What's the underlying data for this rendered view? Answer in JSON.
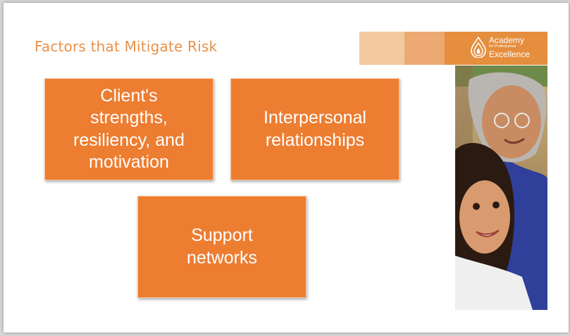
{
  "slide": {
    "title": "Factors that Mitigate Risk",
    "logo": {
      "line1": "Academy",
      "line2": "for Professional",
      "line3": "Excellence",
      "icon": "flame-drop-logo-icon"
    },
    "boxes": [
      {
        "text": "Client's\nstrengths,\nresiliency, and\nmotivation"
      },
      {
        "text": "Interpersonal\nrelationships"
      },
      {
        "text": "Support\nnetworks"
      }
    ],
    "photo_alt": "photo-of-two-women"
  },
  "colors": {
    "accent_orange": "#ed7d31",
    "title_orange": "#e8914a",
    "band_light": "#f3c9a0",
    "band_mid": "#eca971",
    "band_dark": "#e58e3e"
  }
}
